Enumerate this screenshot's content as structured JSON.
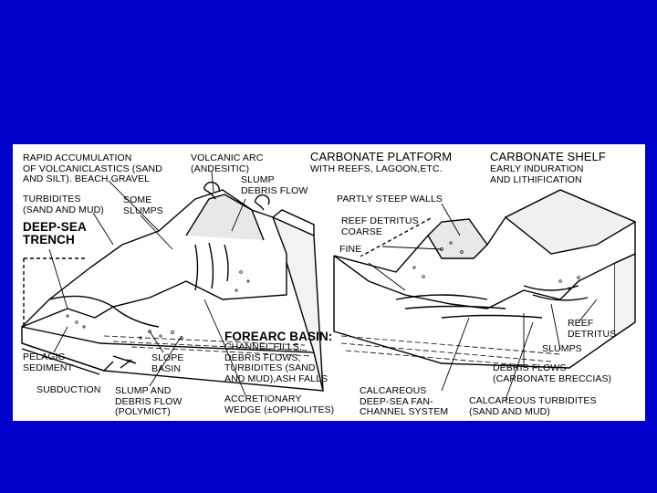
{
  "slide": {
    "background": "#0000cc",
    "panel_background": "#ffffff"
  },
  "left_block": {
    "rapid_accumulation": [
      "RAPID ACCUMULATION",
      "OF VOLCANICLASTICS (SAND",
      "AND SILT). BEACH GRAVEL"
    ],
    "turbidites": [
      "TURBIDITES",
      "(SAND AND MUD)"
    ],
    "some_slumps": [
      "SOME",
      "SLUMPS"
    ],
    "deep_sea_trench": [
      "DEEP-SEA",
      "TRENCH"
    ],
    "volcanic_arc": [
      "VOLCANIC ARC",
      "(ANDESITIC)"
    ],
    "slump_debris_flow_top": [
      "SLUMP",
      "DEBRIS FLOW"
    ],
    "pelagic_sediment": [
      "PELAGIC",
      "SEDIMENT"
    ],
    "subduction": "SUBDUCTION",
    "slope_basin": [
      "SLOPE",
      "BASIN"
    ],
    "slump_debris_flow_bottom": [
      "SLUMP AND",
      "DEBRIS FLOW",
      "(POLYMICT)"
    ],
    "forearc_basin_title": "FOREARC BASIN:",
    "forearc_basin_desc": [
      "CHANNEL FILLS,",
      "DEBRIS FLOWS,",
      "TURBIDITES (SAND",
      "AND MUD),ASH FALLS"
    ],
    "accretionary_wedge": [
      "ACCRETIONARY",
      "WEDGE (±OPHIOLITES)"
    ]
  },
  "right_block": {
    "carbonate_platform_title": "CARBONATE PLATFORM",
    "carbonate_platform_desc": "WITH REEFS, LAGOON,ETC.",
    "carbonate_shelf_title": "CARBONATE SHELF",
    "carbonate_shelf_desc": [
      "EARLY INDURATION",
      "AND LITHIFICATION"
    ],
    "partly_steep_walls": "PARTLY STEEP WALLS",
    "reef_detritus_coarse": [
      "REEF DETRITUS",
      "COARSE"
    ],
    "fine": "FINE",
    "reef_detritus_right": [
      "REEF",
      "DETRITUS"
    ],
    "slumps": "SLUMPS",
    "debris_flows": [
      "DEBRIS FLOWS",
      "(CARBONATE BRECCIAS)"
    ],
    "calcareous_fan": [
      "CALCAREOUS",
      "DEEP-SEA FAN-",
      "CHANNEL SYSTEM"
    ],
    "calcareous_turbidites": [
      "CALCAREOUS TURBIDITES",
      "(SAND AND MUD)"
    ]
  }
}
